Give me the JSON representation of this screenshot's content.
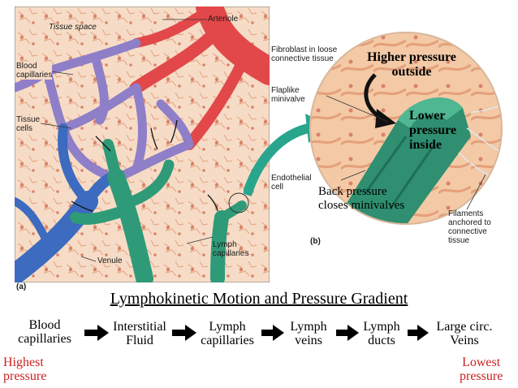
{
  "panel_a": {
    "labels": {
      "tissue_space": "Tissue space",
      "arteriole": "Arteriole",
      "blood_capillaries": "Blood\ncapillaries",
      "tissue_cells": "Tissue\ncells",
      "lymph_capillaries": "Lymph\ncapillaries",
      "venule": "Venule",
      "panel": "(a)"
    }
  },
  "panel_b": {
    "labels": {
      "fibroblast": "Fibroblast in loose\nconnective tissue",
      "flaplike": "Flaplike\nminivalve",
      "endothelial": "Endothelial\ncell",
      "filaments": "Filaments\nanchored to\nconnective\ntissue",
      "panel": "(b)"
    },
    "annotations": {
      "higher_pressure": "Higher pressure\noutside",
      "lower_pressure": "Lower\npressure\ninside",
      "back_pressure": "Back pressure\ncloses minivalves"
    }
  },
  "title": "Lymphokinetic Motion and Pressure Gradient",
  "flow": [
    "Blood\ncapillaries",
    "Interstitial\nFluid",
    "Lymph\ncapillaries",
    "Lymph\nveins",
    "Lymph\nducts",
    "Large circ.\nVeins"
  ],
  "gradient": {
    "highest": "Highest\npressure",
    "lowest": "Lowest\npressure"
  },
  "colors": {
    "tissue_bg": "#f6dcc6",
    "arteriole": "#e2484a",
    "blood_capillary": "#8f7fc8",
    "venule": "#3d6bc0",
    "lymph": "#2f9a78",
    "teal_arrow": "#2aa58d",
    "pressure_red": "#cc1f1f"
  }
}
